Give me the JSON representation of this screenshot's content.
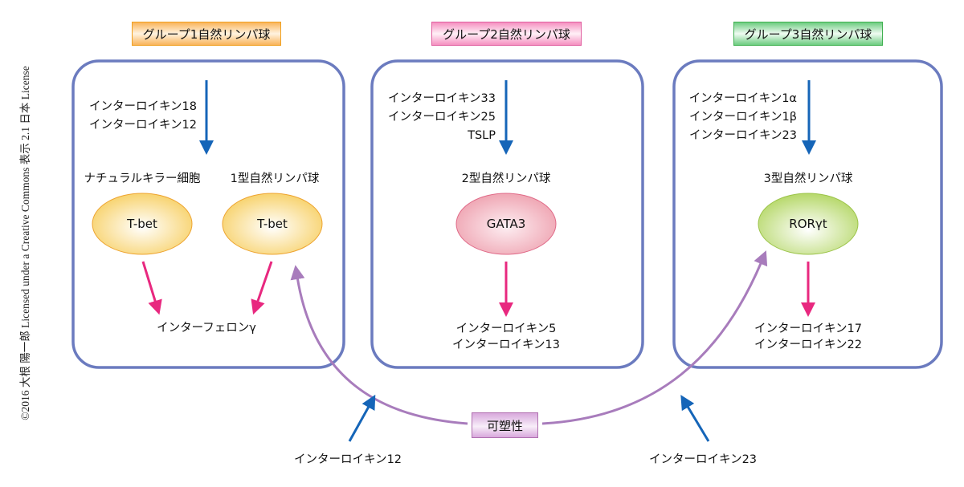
{
  "copyright": "©2016 大根 陽一郎 Licensed under a Creative Commons 表示 2.1 日本 License",
  "groups": [
    {
      "label": "グループ1自然リンパ球",
      "inputs": [
        "インターロイキン18",
        "インターロイキン12"
      ],
      "cells": [
        {
          "name": "ナチュラルキラー細胞",
          "factor": "T-bet"
        },
        {
          "name": "1型自然リンパ球",
          "factor": "T-bet"
        }
      ],
      "outputs": [
        "インターフェロンγ"
      ]
    },
    {
      "label": "グループ2自然リンパ球",
      "inputs": [
        "インターロイキン33",
        "インターロイキン25",
        "TSLP"
      ],
      "cells": [
        {
          "name": "2型自然リンパ球",
          "factor": "GATA3"
        }
      ],
      "outputs": [
        "インターロイキン5",
        "インターロイキン13"
      ]
    },
    {
      "label": "グループ3自然リンパ球",
      "inputs": [
        "インターロイキン1α",
        "インターロイキン1β",
        "インターロイキン23"
      ],
      "cells": [
        {
          "name": "3型自然リンパ球",
          "factor": "RORγt"
        }
      ],
      "outputs": [
        "インターロイキン17",
        "インターロイキン22"
      ]
    }
  ],
  "plasticity": {
    "label": "可塑性",
    "left_input": "インターロイキン12",
    "right_input": "インターロイキン23"
  },
  "colors": {
    "box_border": "#6b7bbf",
    "input_arrow": "#1565b8",
    "output_arrow": "#e8287f",
    "plasticity_arrow": "#a87cbc",
    "group1": "#f9b45a",
    "group2": "#f590c0",
    "group3": "#6ccc80"
  }
}
